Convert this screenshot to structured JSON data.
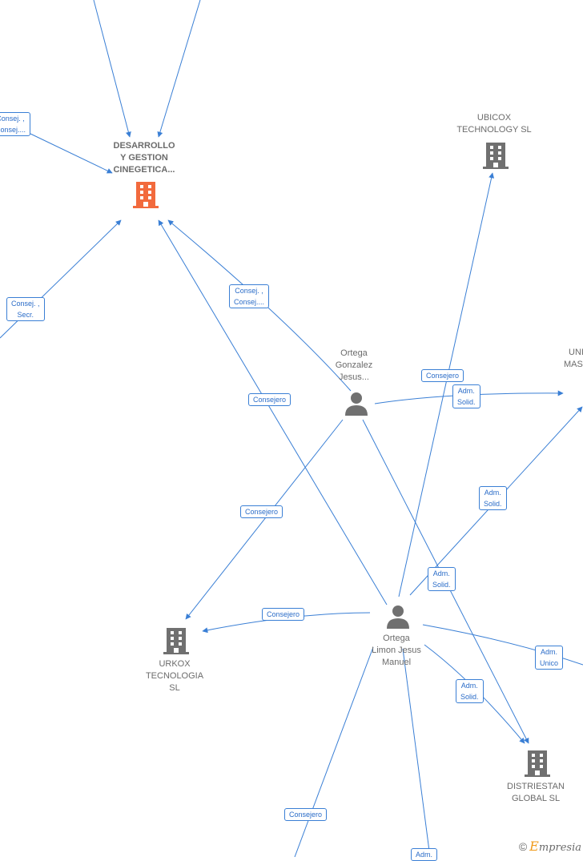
{
  "nodes": {
    "desarrollo": {
      "type": "company",
      "focus": true,
      "lines": [
        "DESARROLLO",
        "Y GESTION",
        "CINEGETICA..."
      ],
      "color": "#f26a3d"
    },
    "ubicox": {
      "type": "company",
      "lines": [
        "UBICOX",
        "TECHNOLOGY SL"
      ],
      "color": "#707070"
    },
    "urkox": {
      "type": "company",
      "lines": [
        "URKOX",
        "TECNOLOGIA",
        "SL"
      ],
      "color": "#707070"
    },
    "distriestan": {
      "type": "company",
      "lines": [
        "DISTRIESTAN",
        "GLOBAL  SL"
      ],
      "color": "#707070"
    },
    "uni_masi": {
      "type": "company",
      "lines": [
        "UNI",
        "MASI"
      ],
      "color": "#707070"
    },
    "ortega_gonzalez": {
      "type": "person",
      "lines": [
        "Ortega",
        "Gonzalez",
        "Jesus..."
      ],
      "color": "#707070"
    },
    "ortega_limon": {
      "type": "person",
      "lines": [
        "Ortega",
        "Limon Jesus",
        "Manuel"
      ],
      "color": "#707070"
    }
  },
  "relations": [
    {
      "id": "r1",
      "lines": [
        "Consej. ,",
        "Consej...."
      ]
    },
    {
      "id": "r2",
      "lines": [
        "Consej. ,",
        "Secr."
      ]
    },
    {
      "id": "r3",
      "lines": [
        "Consej. ,",
        "Consej...."
      ]
    },
    {
      "id": "r4",
      "lines": [
        "Consejero"
      ]
    },
    {
      "id": "r5",
      "lines": [
        "Consejero"
      ]
    },
    {
      "id": "r6",
      "lines": [
        "Adm.",
        "Solid."
      ]
    },
    {
      "id": "r7",
      "lines": [
        "Adm.",
        "Solid."
      ]
    },
    {
      "id": "r8",
      "lines": [
        "Consejero"
      ]
    },
    {
      "id": "r9",
      "lines": [
        "Adm.",
        "Solid."
      ]
    },
    {
      "id": "r10",
      "lines": [
        "Consejero"
      ]
    },
    {
      "id": "r11",
      "lines": [
        "Adm.",
        "Unico"
      ]
    },
    {
      "id": "r12",
      "lines": [
        "Adm.",
        "Solid."
      ]
    },
    {
      "id": "r13",
      "lines": [
        "Consejero"
      ]
    },
    {
      "id": "r14",
      "lines": [
        "Adm."
      ]
    }
  ],
  "brand": {
    "copyright": "©",
    "initial": "E",
    "rest": "mpresia"
  },
  "colors": {
    "edge": "#3a7fd5",
    "focus_company": "#f26a3d",
    "company": "#707070"
  }
}
